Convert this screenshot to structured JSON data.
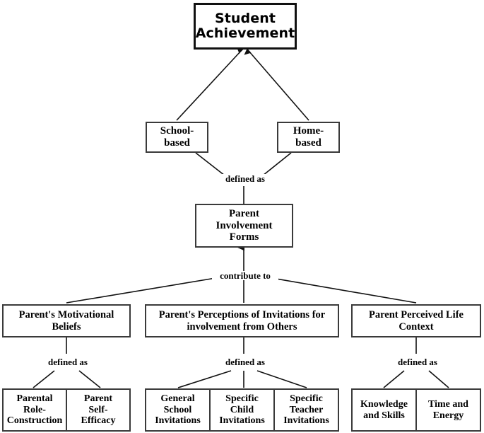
{
  "diagram": {
    "title": "Student Achievement parent involvement model",
    "type": "hierarchical flow diagram",
    "colors": {
      "box_border": "#3a3a3a",
      "top_box_border": "#111111",
      "line": "#111111",
      "text": "#000000",
      "background": "#ffffff"
    },
    "levels": {
      "level1": {
        "nodes": [
          {
            "id": "student-achievement",
            "label": "Student\nAchievement",
            "line1": "Student",
            "line2": "Achievement"
          }
        ]
      },
      "level2": {
        "nodes": [
          {
            "id": "school-based",
            "line1": "School-",
            "line2": "based"
          },
          {
            "id": "home-based",
            "line1": "Home-",
            "line2": "based"
          }
        ]
      },
      "level3": {
        "nodes": [
          {
            "id": "parent-involvement-forms",
            "line1": "Parent",
            "line2": "Involvement",
            "line3": "Forms"
          }
        ]
      },
      "level4": {
        "nodes": [
          {
            "id": "parents-motivational-beliefs",
            "line1": "Parent's Motivational",
            "line2": "Beliefs"
          },
          {
            "id": "parents-perceptions-of-invitations",
            "line1": "Parent's Perceptions of Invitations for",
            "line2": "involvement from Others"
          },
          {
            "id": "parent-perceived-life-context",
            "line1": "Parent Perceived Life",
            "line2": "Context"
          }
        ]
      },
      "level5": {
        "groups": [
          {
            "id": "motivational-beliefs-children",
            "cells": [
              {
                "id": "parental-role-construction",
                "line1": "Parental",
                "line2": "Role-",
                "line3": "Construction"
              },
              {
                "id": "parent-self-efficacy",
                "line1": "Parent",
                "line2": "Self-",
                "line3": "Efficacy"
              }
            ]
          },
          {
            "id": "invitations-children",
            "cells": [
              {
                "id": "general-school-invitations",
                "line1": "General",
                "line2": "School",
                "line3": "Invitations"
              },
              {
                "id": "specific-child-invitations",
                "line1": "Specific",
                "line2": "Child",
                "line3": "Invitations"
              },
              {
                "id": "specific-teacher-invitations",
                "line1": "Specific",
                "line2": "Teacher",
                "line3": "Invitations"
              }
            ]
          },
          {
            "id": "life-context-children",
            "cells": [
              {
                "id": "knowledge-and-skills",
                "line1": "Knowledge",
                "line2": "and Skills"
              },
              {
                "id": "time-and-energy",
                "line1": "Time and",
                "line2": "Energy"
              }
            ]
          }
        ]
      }
    },
    "edge_labels": {
      "defined_as_top": "defined as",
      "contribute_to": "contribute to",
      "defined_as_left": "defined as",
      "defined_as_center": "defined as",
      "defined_as_right": "defined as"
    }
  }
}
